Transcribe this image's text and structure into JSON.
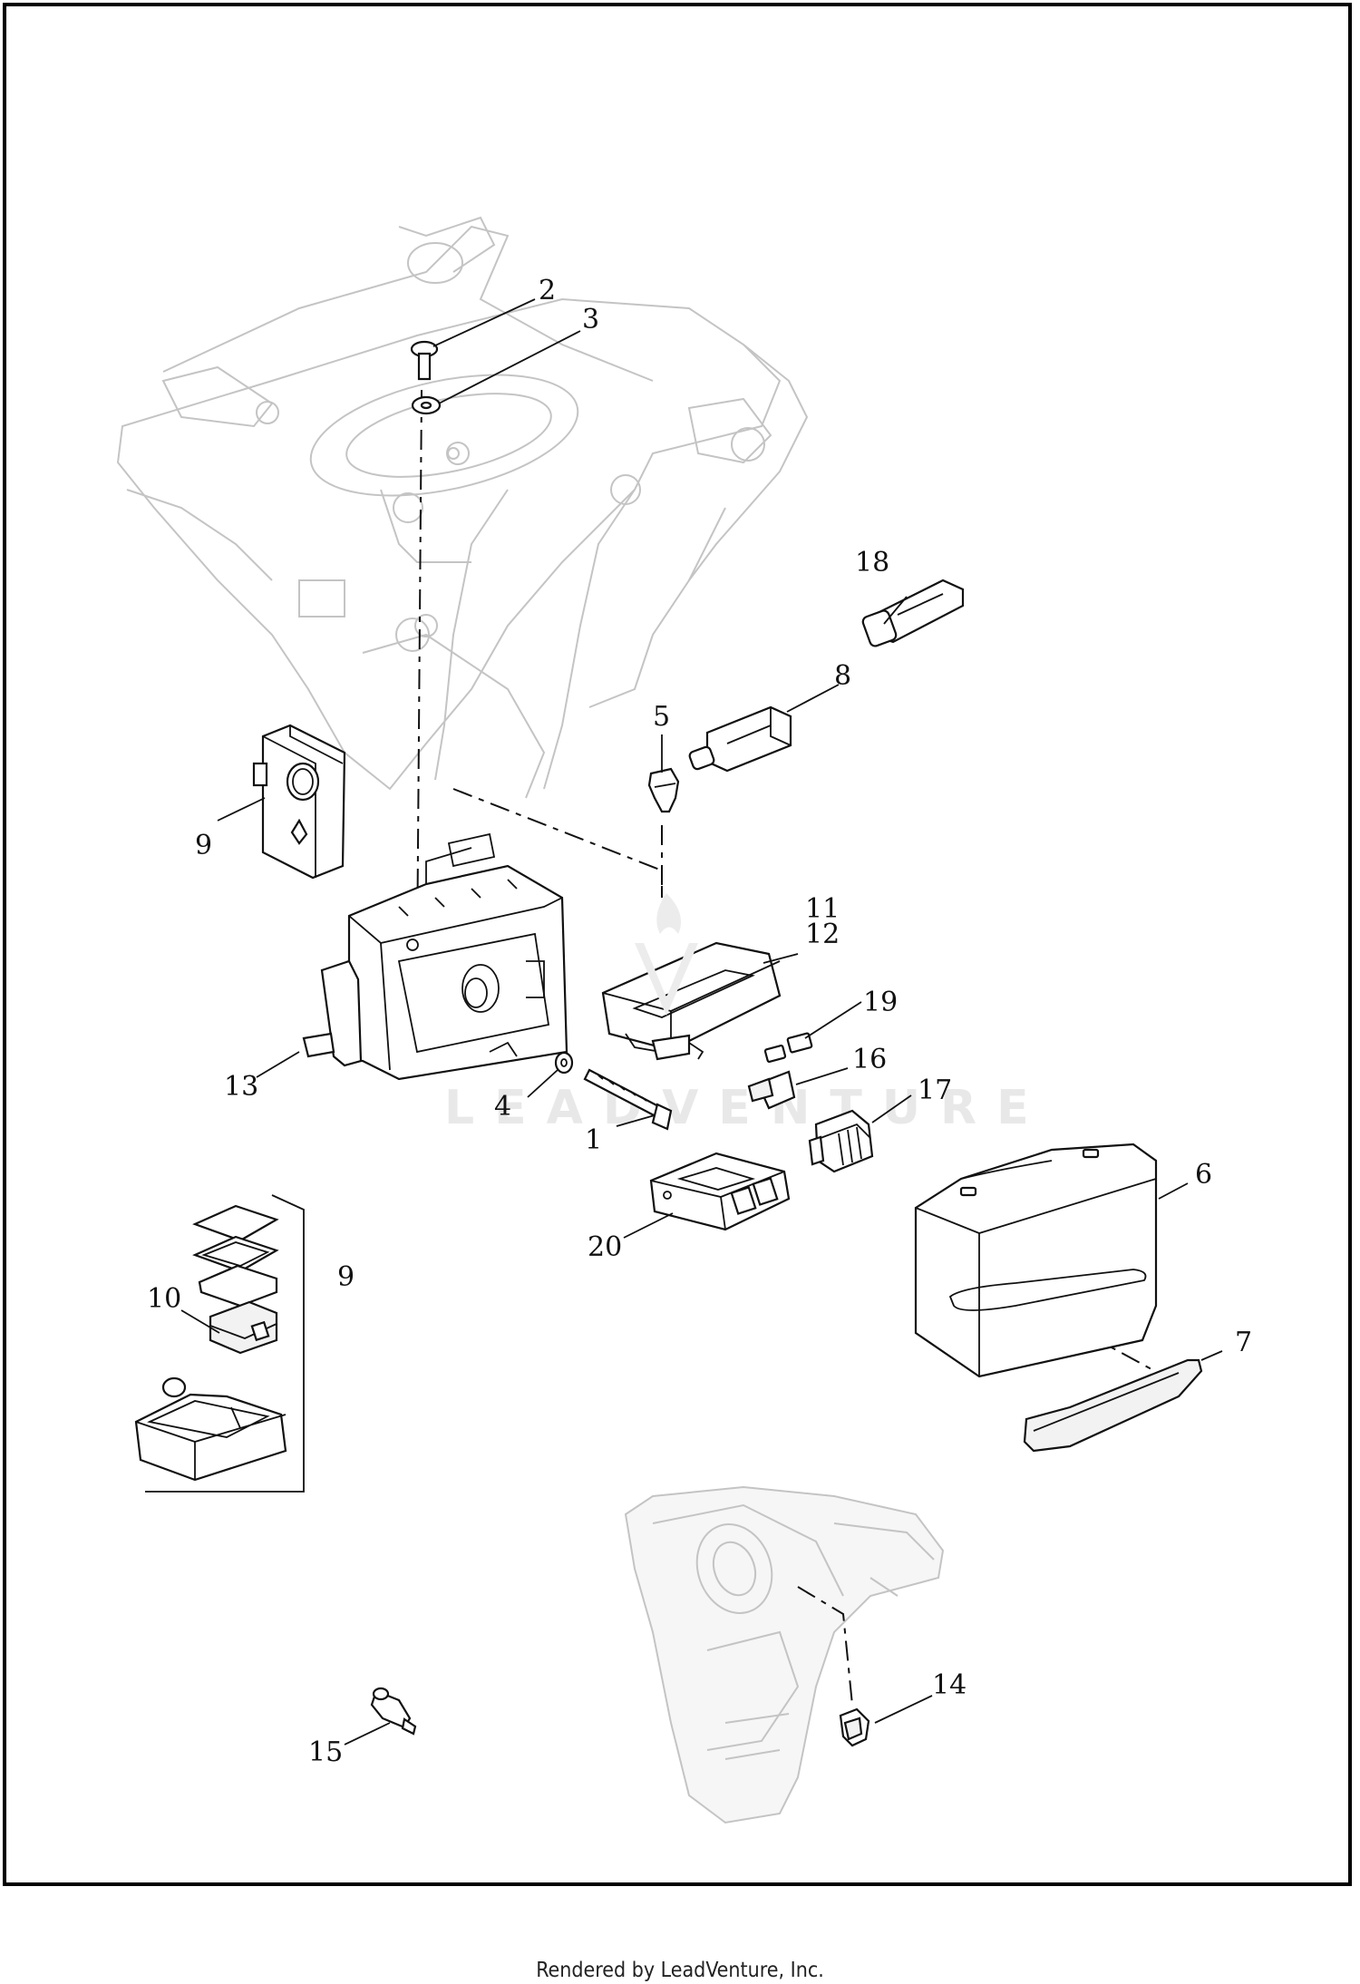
{
  "diagram": {
    "callouts": [
      "1",
      "2",
      "3",
      "4",
      "5",
      "6",
      "7",
      "8",
      "9",
      "9",
      "10",
      "11",
      "12",
      "13",
      "14",
      "15",
      "16",
      "17",
      "18",
      "19",
      "20"
    ],
    "watermark": "LEADVENTURE"
  },
  "footer": {
    "text": "Rendered by LeadVenture, Inc."
  }
}
